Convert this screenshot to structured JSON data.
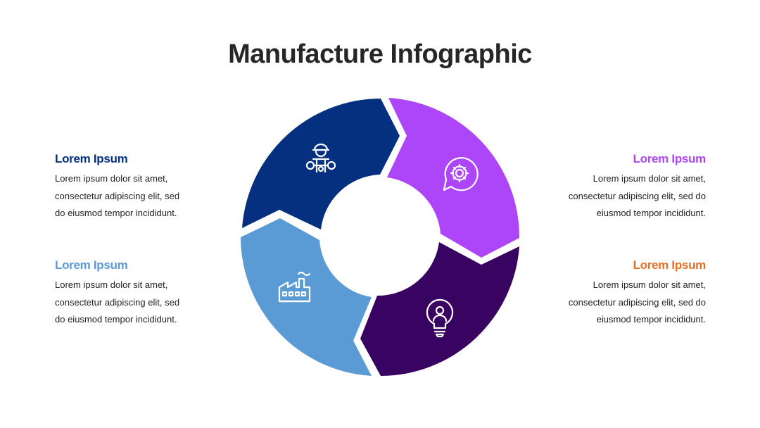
{
  "title": "Manufacture Infographic",
  "colors": {
    "dark_blue": "#04307f",
    "violet": "#ad45f9",
    "deep_purple": "#390461",
    "light_blue": "#5b9bd5",
    "orange": "#e86f23"
  },
  "items": [
    {
      "position": "top-left",
      "heading": "Lorem Ipsum",
      "lines": [
        "Lorem ipsum dolor sit amet,",
        "consectetur adipiscing elit, sed",
        "do eiusmod tempor incididunt."
      ],
      "color": "#04307f",
      "icon": "engineer-wrench-icon"
    },
    {
      "position": "top-right",
      "heading": "Lorem Ipsum",
      "lines": [
        "Lorem ipsum dolor sit amet,",
        "consectetur adipiscing elit, sed do",
        "eiusmod tempor incididunt."
      ],
      "color": "#ad45f9",
      "icon": "gear-chat-icon"
    },
    {
      "position": "bottom-left",
      "heading": "Lorem Ipsum",
      "lines": [
        "Lorem ipsum dolor sit amet,",
        "consectetur adipiscing elit, sed",
        "do eiusmod tempor incididunt."
      ],
      "color": "#5b9bd5",
      "icon": "factory-icon"
    },
    {
      "position": "bottom-right",
      "heading": "Lorem Ipsum",
      "lines": [
        "Lorem ipsum dolor sit amet,",
        "consectetur adipiscing elit, sed do",
        "eiusmod tempor incididunt."
      ],
      "color": "#e86f23",
      "icon": "lightbulb-person-icon"
    }
  ]
}
